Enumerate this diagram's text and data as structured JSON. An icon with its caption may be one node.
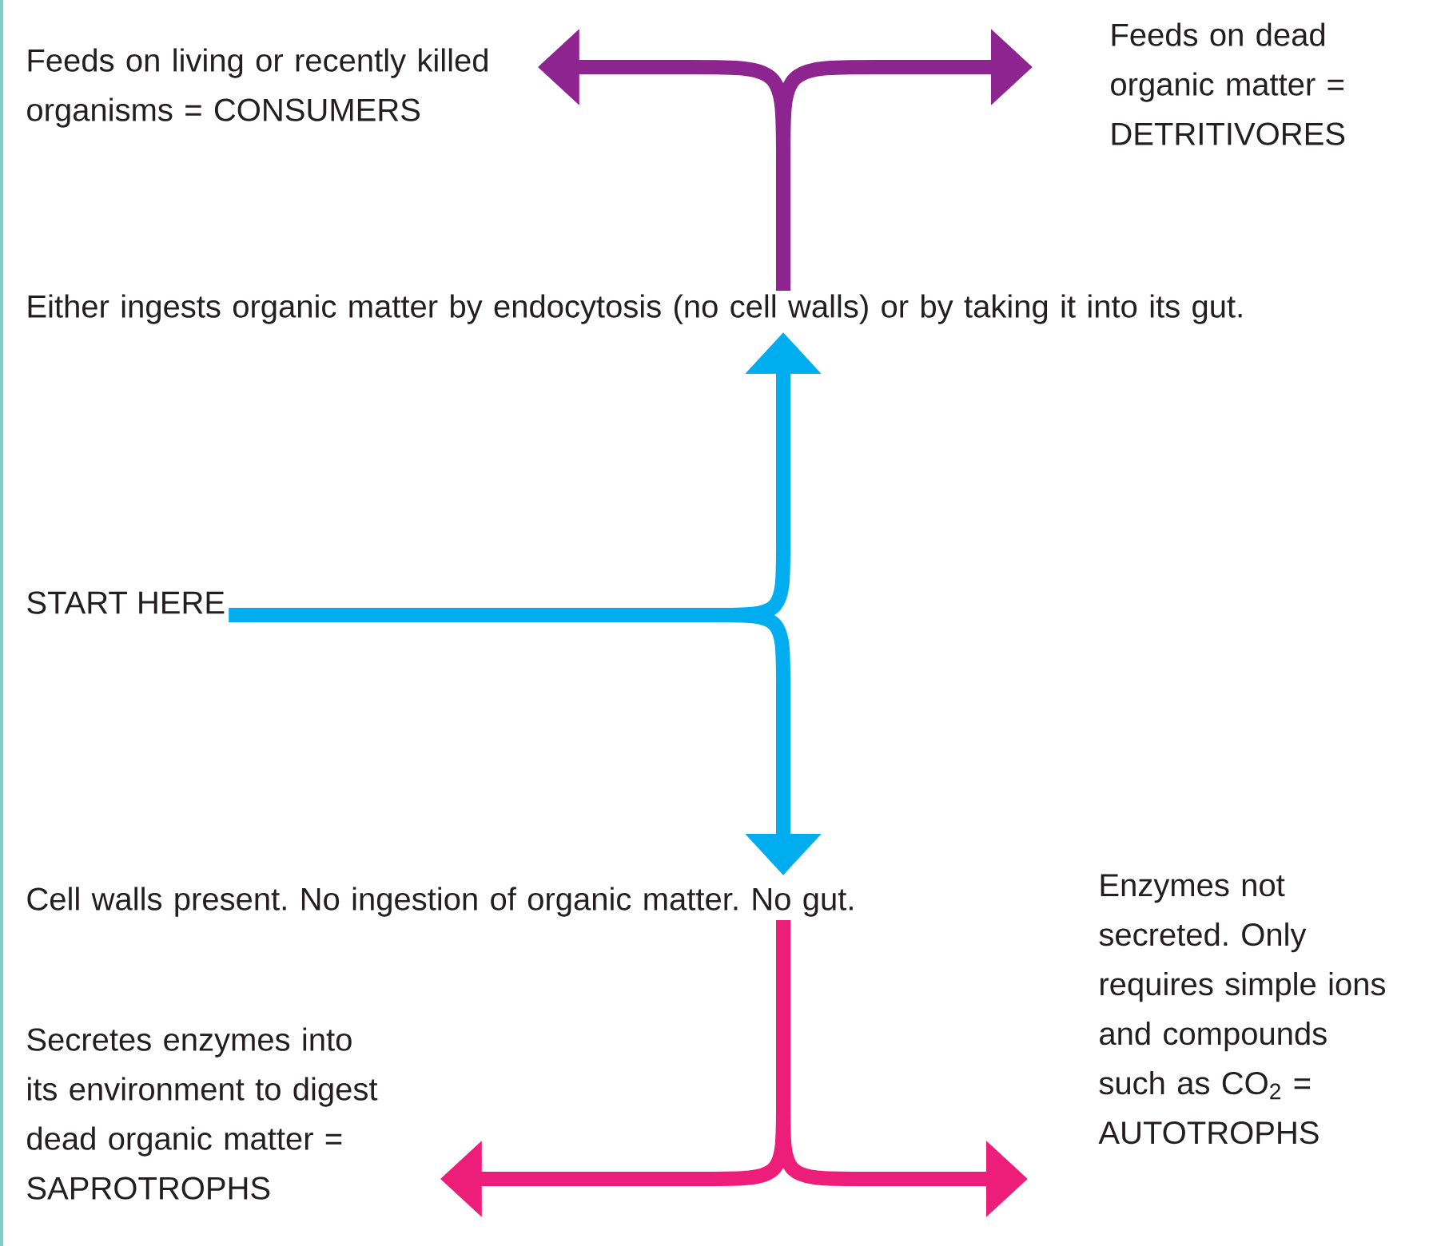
{
  "diagram": {
    "nodes": [
      {
        "text": [
          "Feeds on living or recently killed organisms = CONSUMERS"
        ]
      },
      {
        "text": [
          "Feeds on dead organic matter = DETRITIVORES"
        ]
      },
      {
        "text": [
          "Either ingests organic matter by endocytosis (no cell walls) or by taking it into its gut."
        ]
      },
      {
        "text": [
          "START HERE"
        ]
      },
      {
        "text": [
          "Cell walls present. No ingestion of organic matter. No gut."
        ]
      },
      {
        "text": [
          "Secretes enzymes into its environment to digest dead organic matter = SAPROTROPHS"
        ]
      },
      {
        "text": [
          "Enzymes not secreted. Only requires simple ions and compounds such as CO$_{2}$ = AUTOTROPHS"
        ]
      }
    ],
    "edges": [
      {
        "from": 2,
        "to": 0,
        "arrow": "to",
        "color": "#8e2490"
      },
      {
        "from": 2,
        "to": 1,
        "arrow": "to",
        "color": "#8e2490"
      },
      {
        "from": 3,
        "to": 2,
        "arrow": "to",
        "color": "#00aeef"
      },
      {
        "from": 3,
        "to": 4,
        "arrow": "to",
        "color": "#00aeef"
      },
      {
        "from": 4,
        "to": 5,
        "arrow": "to",
        "color": "#ec1e79"
      },
      {
        "from": 4,
        "to": 6,
        "arrow": "to",
        "color": "#ec1e79"
      }
    ]
  }
}
